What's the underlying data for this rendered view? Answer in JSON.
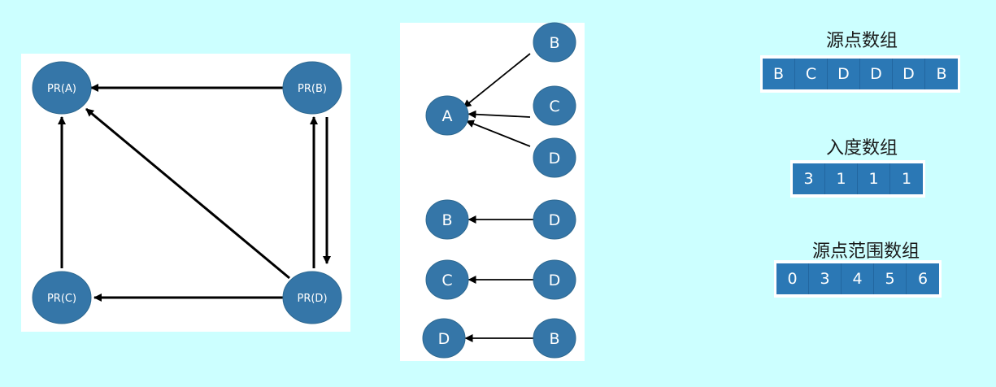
{
  "graph_panel": {
    "nodes": [
      "PR(A)",
      "PR(B)",
      "PR(C)",
      "PR(D)"
    ],
    "edges": [
      {
        "from": "PR(B)",
        "to": "PR(A)"
      },
      {
        "from": "PR(C)",
        "to": "PR(A)"
      },
      {
        "from": "PR(D)",
        "to": "PR(A)"
      },
      {
        "from": "PR(D)",
        "to": "PR(B)"
      },
      {
        "from": "PR(B)",
        "to": "PR(D)"
      },
      {
        "from": "PR(D)",
        "to": "PR(C)"
      }
    ]
  },
  "edge_panel": {
    "groups": [
      {
        "target": "A",
        "sources": [
          "B",
          "C",
          "D"
        ]
      },
      {
        "target": "B",
        "sources": [
          "D"
        ]
      },
      {
        "target": "C",
        "sources": [
          "D"
        ]
      },
      {
        "target": "D",
        "sources": [
          "B"
        ]
      }
    ]
  },
  "arrays": {
    "source": {
      "title": "源点数组",
      "values": [
        "B",
        "C",
        "D",
        "D",
        "D",
        "B"
      ]
    },
    "indegree": {
      "title": "入度数组",
      "values": [
        "3",
        "1",
        "1",
        "1"
      ]
    },
    "range": {
      "title": "源点范围数组",
      "values": [
        "0",
        "3",
        "4",
        "5",
        "6"
      ]
    }
  },
  "colors": {
    "background": "#ccffff",
    "node": "#3576a8",
    "cell": "#2b78b5"
  }
}
